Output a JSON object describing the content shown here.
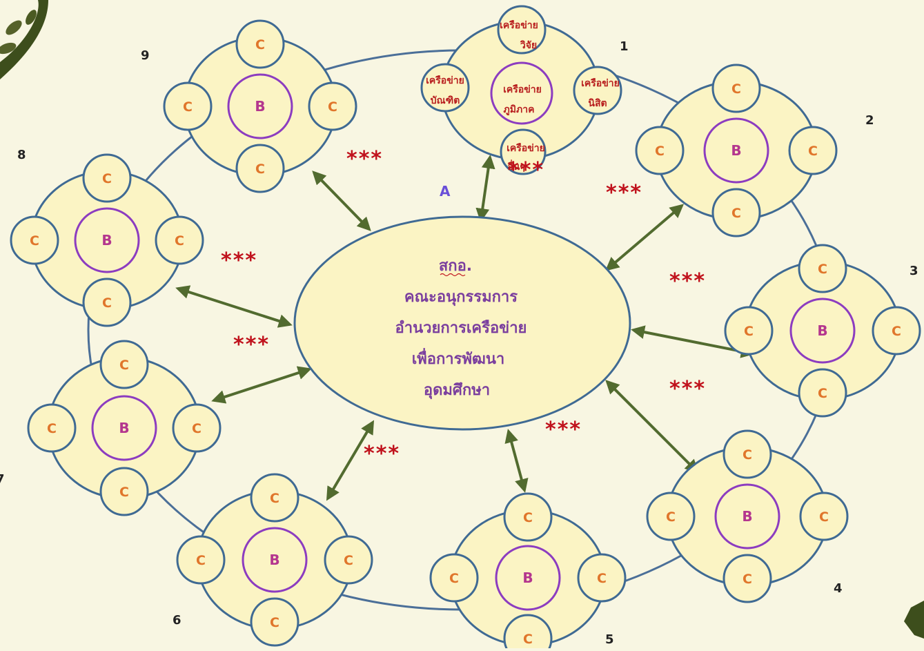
{
  "colors": {
    "background": "#f8f6e2",
    "node_fill": "#fbf4c4",
    "node_stroke": "#3f6a93",
    "ring_stroke": "#4b6f98",
    "b_circle": "#8c3cc0",
    "arrow": "#526b2f",
    "star": "#c0121c",
    "center_text": "#7a3e9e",
    "node_text_thai": "#b81e1e"
  },
  "center": {
    "lines": [
      "สกอ.",
      "คณะอนุกรรมการ",
      "อำนวยการเครือข่าย",
      "เพื่อการพัฒนา",
      "อุดมศึกษา"
    ]
  },
  "label_a": "A",
  "cluster1": {
    "number": "1",
    "top": [
      "เครือข่าย",
      "วิจัย"
    ],
    "left": [
      "เครือข่าย",
      "บัณฑิต"
    ],
    "center": [
      "เครือข่าย",
      "ภูมิภาค"
    ],
    "right": [
      "เครือข่าย",
      "นิสิต"
    ],
    "bottom": [
      "เครือข่าย",
      "อื่นๆ"
    ]
  },
  "clusters": [
    {
      "number": "2",
      "b": "B",
      "c": "C"
    },
    {
      "number": "3",
      "b": "B",
      "c": "C"
    },
    {
      "number": "4",
      "b": "B",
      "c": "C"
    },
    {
      "number": "5",
      "b": "B",
      "c": "C"
    },
    {
      "number": "6",
      "b": "B",
      "c": "C"
    },
    {
      "number": "7",
      "b": "B",
      "c": "C"
    },
    {
      "number": "8",
      "b": "B",
      "c": "C"
    },
    {
      "number": "9",
      "b": "B",
      "c": "C"
    }
  ],
  "stars": [
    "***",
    "***",
    "***",
    "***",
    "***",
    "***",
    "***",
    "***",
    "***",
    "***"
  ]
}
